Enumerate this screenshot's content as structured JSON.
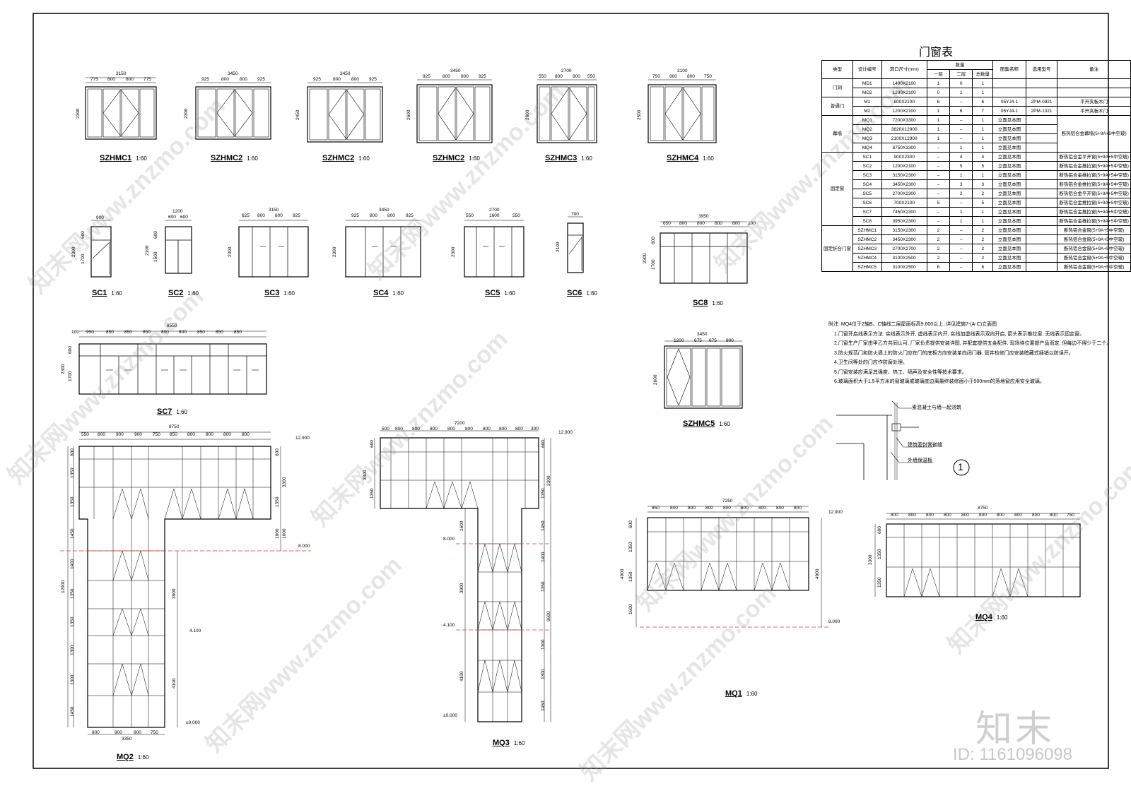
{
  "table": {
    "title": "门窗表",
    "headers": {
      "type": "类型",
      "code": "设计编号",
      "size": "洞口尺寸(mm)",
      "qty": "数量",
      "f1": "一层",
      "f2": "二层",
      "total": "总数量",
      "atlas": "图集名称",
      "model": "选用型号",
      "remark": "备注"
    },
    "groups": [
      {
        "type": "门洞",
        "span": 2
      },
      {
        "type": "普通门",
        "span": 2
      },
      {
        "type": "幕墙",
        "span": 4
      },
      {
        "type": "固定窗",
        "span": 8
      },
      {
        "type": "固定折合门窗",
        "span": 5
      }
    ],
    "rows": [
      {
        "code": "MD1",
        "size": "1400X2100",
        "f1": "1",
        "f2": "0",
        "total": "1",
        "atlas": "",
        "model": "",
        "remark": ""
      },
      {
        "code": "MD2",
        "size": "1290X2100",
        "f1": "0",
        "f2": "1",
        "total": "1",
        "atlas": "",
        "model": "",
        "remark": ""
      },
      {
        "code": "M1",
        "size": "800X2100",
        "f1": "6",
        "f2": "–",
        "total": "6",
        "atlas": "05YJ4-1",
        "model": "2PM-0921",
        "remark": "平开夹板木门"
      },
      {
        "code": "M2",
        "size": "1200X2100",
        "f1": "1",
        "f2": "6",
        "total": "7",
        "atlas": "05YJ4-1",
        "model": "2PM-1021",
        "remark": "平开夹板木门"
      },
      {
        "code": "MQ1",
        "size": "7200X3300",
        "f1": "1",
        "f2": "–",
        "total": "1",
        "atlas": "立面见本图",
        "model": "",
        "remark": "断热铝合金幕墙(5+9A+5中空玻)"
      },
      {
        "code": "MQ2",
        "size": "3820X12900",
        "f1": "1",
        "f2": "–",
        "total": "1",
        "atlas": "立面见本图",
        "model": "",
        "remark": ""
      },
      {
        "code": "MQ3",
        "size": "2100X12900",
        "f1": "1",
        "f2": "–",
        "total": "1",
        "atlas": "立面见本图",
        "model": "",
        "remark": ""
      },
      {
        "code": "MQ4",
        "size": "8750X3300",
        "f1": "–",
        "f2": "1",
        "total": "1",
        "atlas": "立面见本图",
        "model": "",
        "remark": ""
      },
      {
        "code": "SC1",
        "size": "900X2300",
        "f1": "–",
        "f2": "4",
        "total": "4",
        "atlas": "立面见本图",
        "model": "",
        "remark": "断热铝合金平开窗(5+9A+5中空玻)"
      },
      {
        "code": "SC2",
        "size": "1200X2100",
        "f1": "–",
        "f2": "5",
        "total": "5",
        "atlas": "立面见本图",
        "model": "",
        "remark": "断热铝合金推拉窗(5+9A+5中空玻)"
      },
      {
        "code": "SC3",
        "size": "3150X2300",
        "f1": "–",
        "f2": "1",
        "total": "1",
        "atlas": "立面见本图",
        "model": "",
        "remark": "断热铝合金推拉窗(5+9A+5中空玻)"
      },
      {
        "code": "SC4",
        "size": "3450X2300",
        "f1": "–",
        "f2": "3",
        "total": "3",
        "atlas": "立面见本图",
        "model": "",
        "remark": "断热铝合金推拉窗(5+9A+5中空玻)"
      },
      {
        "code": "SC5",
        "size": "2700X2300",
        "f1": "–",
        "f2": "2",
        "total": "2",
        "atlas": "立面见本图",
        "model": "",
        "remark": "断热铝合金平开窗(5+9A+5中空玻)"
      },
      {
        "code": "SC6",
        "size": "700X2100",
        "f1": "5",
        "f2": "–",
        "total": "5",
        "atlas": "立面见本图",
        "model": "",
        "remark": "断热铝合金推拉窗(5+9A+5中空玻)"
      },
      {
        "code": "SC7",
        "size": "7450X2300",
        "f1": "–",
        "f2": "1",
        "total": "1",
        "atlas": "立面见本图",
        "model": "",
        "remark": "断热铝合金推拉窗(5+9A+5中空玻)"
      },
      {
        "code": "SC8",
        "size": "3950X2300",
        "f1": "–",
        "f2": "1",
        "total": "1",
        "atlas": "立面见本图",
        "model": "",
        "remark": "断热铝合金推拉窗(5+9A+5中空玻)"
      },
      {
        "code": "SZHMC1",
        "size": "3150X2300",
        "f1": "2",
        "f2": "–",
        "total": "2",
        "atlas": "立面见本图",
        "model": "",
        "remark": "断热铝合金窗(5+9A+5中空玻)"
      },
      {
        "code": "SZHMC2",
        "size": "3450X2300",
        "f1": "2",
        "f2": "–",
        "total": "2",
        "atlas": "立面见本图",
        "model": "",
        "remark": "断热铝合金窗(5+9A+5中空玻)"
      },
      {
        "code": "SZHMC3",
        "size": "2700X2700",
        "f1": "2",
        "f2": "–",
        "total": "2",
        "atlas": "立面见本图",
        "model": "",
        "remark": "断热铝合金窗(5+9A+5中空玻)"
      },
      {
        "code": "SZHMC4",
        "size": "3100X2500",
        "f1": "2",
        "f2": "–",
        "total": "2",
        "atlas": "立面见本图",
        "model": "",
        "remark": "断热铝合金窗(5+9A+5中空玻)"
      },
      {
        "code": "SZHMC5",
        "size": "3100X2500",
        "f1": "6",
        "f2": "–",
        "total": "6",
        "atlas": "立面见本图",
        "model": "",
        "remark": "断热铝合金窗(5+9A+5中空玻)"
      }
    ]
  },
  "notes": [
    "附注: MQ4位于2轴B、C轴线二层屋面标高9.600以上, 详见建施7-(A-C)立面图",
    "1.门窗开启线表示方法: 实线表示外开, 虚线表示内开, 实线加虚线表示双向开启, 箭头表示推拉窗, 无线表示固定窗。",
    "2.门窗生产厂家由甲乙方共同认可, 厂家负责提供安装详图, 并配套提供五金配件, 现场待位置提产品而定, 但每边不得少于二个。",
    "3.防火规范门和防火墙上的防火门应在门的底板方向安装单向闭门器, 管井检修门应安装暗藏式插销以防误开。",
    "4.卫生间等处的门应作防腐处理。",
    "5.门窗安装应满足其强度、热工、隔声及安全性等技术要求。",
    "6.玻璃面积大于1.5平方米的窗玻璃或玻璃底边离最终装修面小于500mm的落地窗应用安全玻璃。"
  ],
  "detail": {
    "labels": [
      "素混凝土与墙一起浇筑",
      "建筑密封膏嵌缝",
      "外墙保温板"
    ],
    "circle": "1"
  },
  "views": {
    "szhmc1": {
      "name": "SZHMC1",
      "scale": "1:60",
      "width": "3150",
      "parts": [
        "775",
        "800",
        "800",
        "775"
      ],
      "height": "2300"
    },
    "szhmc2a": {
      "name": "SZHMC2",
      "scale": "1:60",
      "width": "3450",
      "parts": [
        "925",
        "800",
        "800",
        "925"
      ],
      "height": "2300"
    },
    "szhmc2b": {
      "name": "SZHMC2",
      "scale": "1:60",
      "width": "3450",
      "parts": [
        "925",
        "800",
        "800",
        "925"
      ],
      "height": "2450"
    },
    "szhmc2c": {
      "name": "SZHMC2",
      "scale": "1:60",
      "width": "3450",
      "parts": [
        "925",
        "800",
        "800",
        "925"
      ],
      "height": "2600"
    },
    "szhmc3": {
      "name": "SZHMC3",
      "scale": "1:60",
      "width": "2700",
      "parts": [
        "550",
        "800",
        "800",
        "550"
      ],
      "height": "2600"
    },
    "szhmc4": {
      "name": "SZHMC4",
      "scale": "1:60",
      "width": "3100",
      "parts": [
        "750",
        "800",
        "800",
        "750"
      ],
      "height": "2500"
    },
    "sc1": {
      "name": "SC1",
      "scale": "1:60",
      "width": "900",
      "h1": "600",
      "h2": "1700",
      "height": "2300"
    },
    "sc2": {
      "name": "SC2",
      "scale": "1:60",
      "width": "1200",
      "parts": [
        "600",
        "600"
      ],
      "h1": "600",
      "h2": "1500",
      "height": "2100"
    },
    "sc3": {
      "name": "SC3",
      "scale": "1:60",
      "width": "3150",
      "parts": [
        "625",
        "800",
        "800",
        "925"
      ],
      "height": "2300"
    },
    "sc4": {
      "name": "SC4",
      "scale": "1:60",
      "width": "3450",
      "parts": [
        "925",
        "800",
        "800",
        "925"
      ],
      "height": "2300"
    },
    "sc5": {
      "name": "SC5",
      "scale": "1:60",
      "width": "2700",
      "parts": [
        "550",
        "1600",
        "550"
      ],
      "height": "2300"
    },
    "sc6": {
      "name": "SC6",
      "scale": "1:60",
      "width": "700",
      "height": "2100"
    },
    "sc8": {
      "name": "SC8",
      "scale": "1:60",
      "width": "3950",
      "parts": [
        "650",
        "800",
        "800",
        "800",
        "800",
        "100"
      ],
      "h1": "600",
      "h2": "1700",
      "height": "2300"
    },
    "sc7": {
      "name": "SC7",
      "scale": "1:60",
      "width": "8550",
      "parts": [
        "100",
        "950",
        "850",
        "850",
        "850",
        "800",
        "800",
        "850",
        "850",
        "850"
      ],
      "h1": "600",
      "h2": "1700",
      "height": "2300"
    },
    "szhmc5": {
      "name": "SZHMC5",
      "scale": "1:60",
      "width": "3450",
      "parts": [
        "1200",
        "675",
        "675",
        "900"
      ],
      "height": "2600"
    },
    "mq2": {
      "name": "MQ2",
      "scale": "1:60",
      "width": "8750",
      "parts": [
        "550",
        "800",
        "900",
        "900",
        "750",
        "850",
        "800",
        "800",
        "800",
        "800"
      ],
      "bottom_width": "3350",
      "bottom_parts": [
        "800",
        "900",
        "900",
        "750"
      ],
      "heights": [
        "600",
        "1350",
        "1350",
        "1450",
        "1400",
        "1350",
        "1350",
        "1300",
        "1300",
        "1450"
      ],
      "right_heights": [
        "600",
        "3300",
        "1350",
        "1600",
        "1600",
        "3900",
        "4100"
      ],
      "total_height": "12900",
      "elev": [
        "12.900",
        "8.000",
        "4.100",
        "±0.000"
      ]
    },
    "mq3": {
      "name": "MQ3",
      "scale": "1:60",
      "width": "7200",
      "parts": [
        "500",
        "800",
        "800",
        "800",
        "800",
        "800",
        "800",
        "800",
        "800",
        "300"
      ],
      "left_heights": [
        "600",
        "3300",
        "1350",
        "1600",
        "3900",
        "4100"
      ],
      "right_heights": [
        "600",
        "3300",
        "1350",
        "1450",
        "1400",
        "1350",
        "9600",
        "1300",
        "1300",
        "1450"
      ],
      "elev": [
        "12.900",
        "8.000",
        "4.100",
        "±0.000"
      ]
    },
    "mq1": {
      "name": "MQ1",
      "scale": "1:60",
      "width": "7250",
      "parts": [
        "850",
        "800",
        "800",
        "800",
        "800",
        "800",
        "800",
        "800",
        "800"
      ],
      "heights": [
        "600",
        "1350",
        "1350",
        "1600"
      ],
      "total_height": "4900",
      "elev": [
        "12.900",
        "8.000"
      ]
    },
    "mq4": {
      "name": "MQ4",
      "scale": "1:60",
      "width": "8750",
      "parts": [
        "800",
        "800",
        "800",
        "800",
        "800",
        "800",
        "800",
        "800",
        "800",
        "800",
        "750"
      ],
      "heights": [
        "600",
        "1350",
        "1350"
      ],
      "total_height": "3300"
    }
  },
  "watermark": {
    "text": "知末网www.znzmo.com",
    "brand": "知末",
    "id": "ID: 1161096098"
  }
}
